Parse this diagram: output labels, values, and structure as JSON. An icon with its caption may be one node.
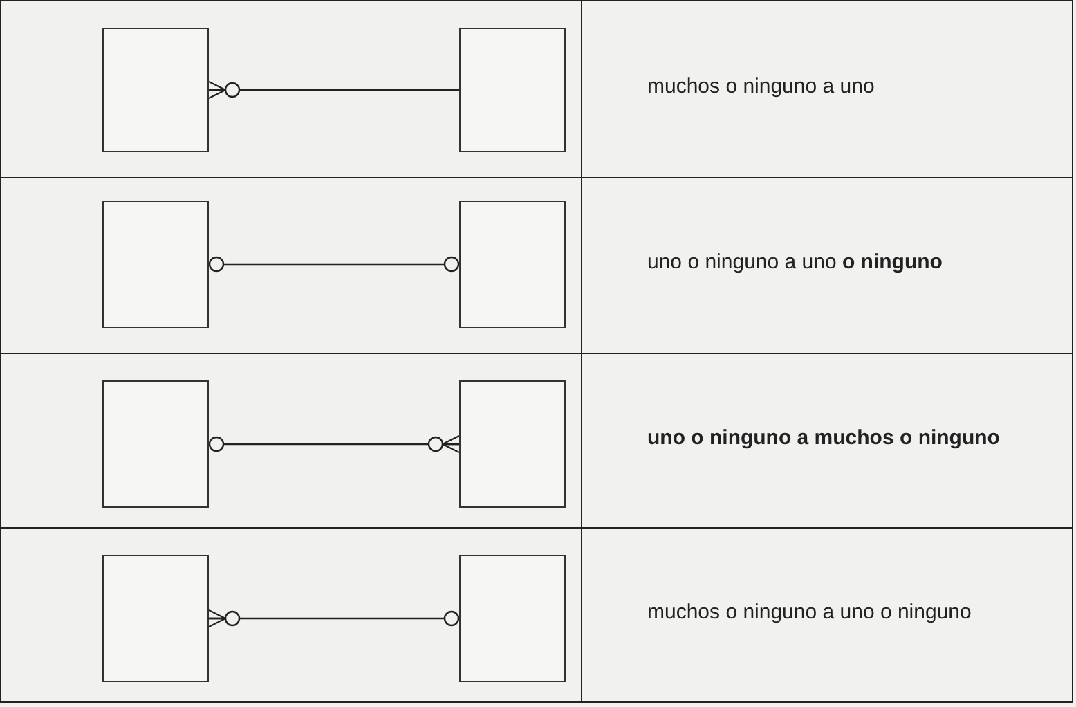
{
  "diagram": {
    "nodes": [
      {
        "text": [],
        "shape": "box"
      },
      {
        "text": [],
        "shape": "box"
      },
      {
        "text": [],
        "shape": "box"
      },
      {
        "text": [],
        "shape": "box"
      },
      {
        "text": [],
        "shape": "box"
      },
      {
        "text": [],
        "shape": "box"
      },
      {
        "text": [],
        "shape": "box"
      },
      {
        "text": [],
        "shape": "box"
      }
    ],
    "edges": [
      {
        "from": 0,
        "to": 1,
        "arrow": "other"
      },
      {
        "from": 2,
        "to": 3,
        "arrow": "other"
      },
      {
        "from": 4,
        "to": 5,
        "arrow": "other"
      },
      {
        "from": 6,
        "to": 7,
        "arrow": "other"
      }
    ],
    "labels": [
      "muchos o ninguno a uno",
      "uno o ninguno a uno **o ninguno**",
      "uno o ninguno a muchos o ninguno",
      "muchos o ninguno a uno o ninguno"
    ]
  }
}
